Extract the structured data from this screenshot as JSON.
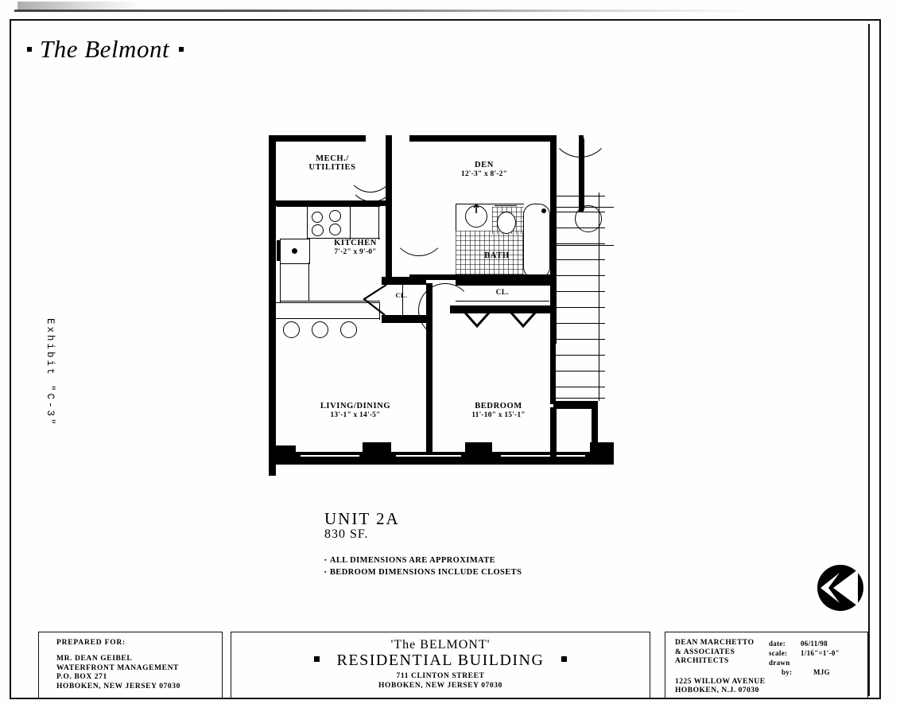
{
  "sheet": {
    "title": "The Belmont",
    "exhibit_label": "Exhibit  \"C-3\""
  },
  "unit": {
    "name": "UNIT 2A",
    "area": "830 SF.",
    "notes": [
      "ALL DIMENSIONS ARE APPROXIMATE",
      "BEDROOM DIMENSIONS INCLUDE CLOSETS"
    ]
  },
  "plan": {
    "rooms": [
      {
        "name": "MECH./",
        "name2": "UTILITIES",
        "dim": ""
      },
      {
        "name": "DEN",
        "dim": "12'-3\" x 8'-2\""
      },
      {
        "name": "KITCHEN",
        "dim": "7'-2\" x 9'-0\""
      },
      {
        "name": "BATH",
        "dim": ""
      },
      {
        "name": "LIVING/DINING",
        "dim": "13'-1\" x 14'-5\""
      },
      {
        "name": "BEDROOM",
        "dim": "11'-10\" x 15'-1\""
      }
    ],
    "closet_small": "CL.",
    "closet_bedroom": "CL."
  },
  "title_block": {
    "prepared_for_label": "PREPARED FOR:",
    "client": [
      "MR.  DEAN  GEIBEL",
      "WATERFRONT  MANAGEMENT",
      "P.O.  BOX   271",
      "HOBOKEN,  NEW  JERSEY  07030"
    ],
    "project_name": "'The BELMONT'",
    "project_type": "RESIDENTIAL BUILDING",
    "project_address": [
      "711  CLINTON  STREET",
      "HOBOKEN,  NEW  JERSEY  07030"
    ],
    "architect": [
      "DEAN MARCHETTO",
      "& ASSOCIATES",
      "ARCHITECTS"
    ],
    "architect_address": [
      "1225  WILLOW  AVENUE",
      "HOBOKEN,  N.J.  07030"
    ],
    "meta": {
      "date_label": "date:",
      "date_value": "06/11/98",
      "scale_label": "scale:",
      "scale_value": "1/16\"=1'-0\"",
      "drawn_label": "drawn",
      "by_label": "by:",
      "by_value": "MJG"
    }
  }
}
